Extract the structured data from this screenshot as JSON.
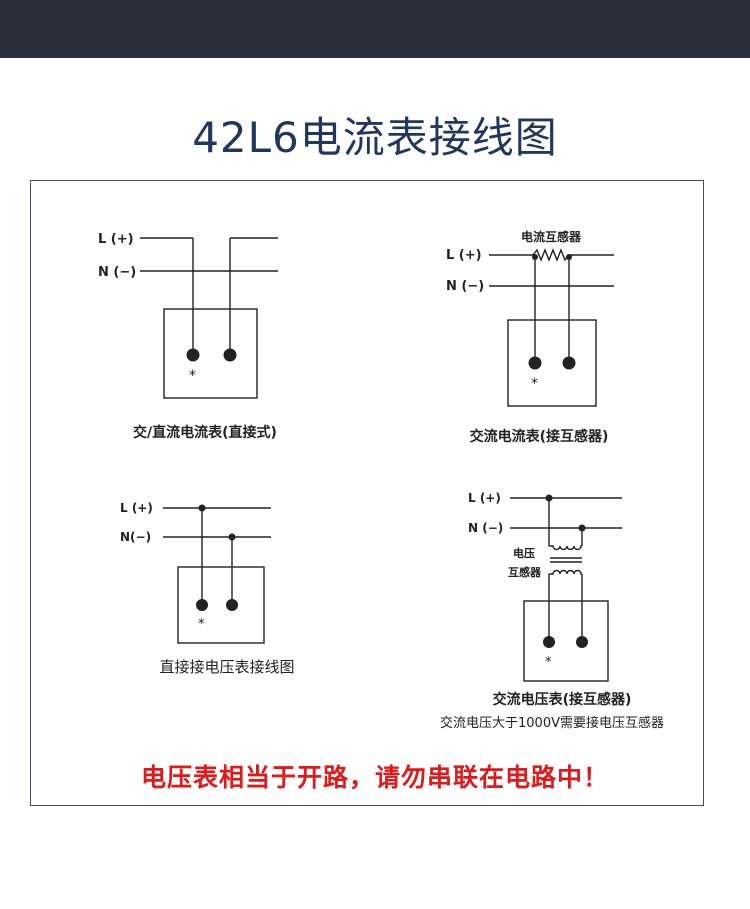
{
  "header": {
    "title": "42L6电流表接线图"
  },
  "diagrams": {
    "d1": {
      "line_l": "L (+)",
      "line_n": "N (−)",
      "star": "*",
      "caption": "交/直流电流表(直接式)"
    },
    "d2": {
      "ct_label": "电流互感器",
      "line_l": "L (+)",
      "line_n": "N (−)",
      "star": "*",
      "caption": "交流电流表(接互感器)"
    },
    "d3": {
      "line_l": "L (+)",
      "line_n": "N(−)",
      "star": "*",
      "caption": "直接接电压表接线图"
    },
    "d4": {
      "line_l": "L (+)",
      "line_n": "N (−)",
      "pt_label_1": "电压",
      "pt_label_2": "互感器",
      "star": "*",
      "caption": "交流电压表(接互感器)",
      "note": "交流电压大于1000V需要接电压互感器"
    }
  },
  "warning": "电压表相当于开路，请勿串联在电路中！",
  "colors": {
    "topbar": "#2b2e3b",
    "title": "#22375e",
    "frame": "#3e4a70",
    "warning": "#e01a1a",
    "line": "#222222"
  }
}
